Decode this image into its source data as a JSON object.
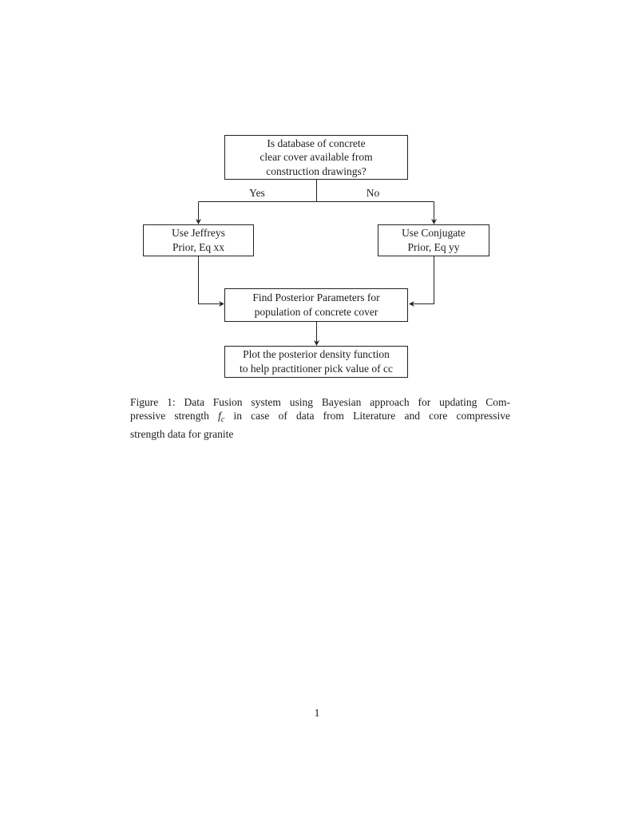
{
  "flowchart": {
    "question": {
      "lines": [
        "Is database of concrete",
        "clear cover available from",
        "construction drawings?"
      ]
    },
    "yes_label": "Yes",
    "no_label": "No",
    "jeffreys": {
      "lines": [
        "Use Jeffreys",
        "Prior, Eq xx"
      ]
    },
    "conjugate": {
      "lines": [
        "Use Conjugate",
        "Prior, Eq yy"
      ]
    },
    "posterior": {
      "lines": [
        "Find Posterior Parameters for",
        "population of concrete cover"
      ]
    },
    "plot": {
      "lines": [
        "Plot the posterior density function",
        "to help practitioner pick value of cc"
      ]
    }
  },
  "caption": {
    "line1": "Figure 1: Data Fusion system using Bayesian approach for updating Com-",
    "line2_pre": "pressive strength",
    "math_f": "f",
    "math_sub": "c",
    "line2_post": "in case of data from Literature and core compressive",
    "line3": "strength data for granite"
  },
  "page_number": "1",
  "colors": {
    "ink": "#1c1c1c",
    "line": "#222222",
    "paper": "#ffffff"
  }
}
